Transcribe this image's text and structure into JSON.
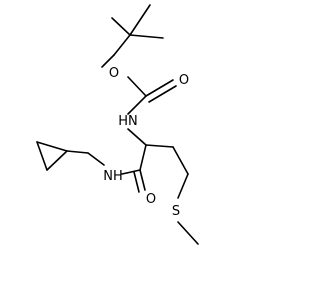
{
  "structure": {
    "atoms": [
      {
        "name": "atom-o-ester",
        "label": "O"
      },
      {
        "name": "atom-o-carbonyl-carbamate",
        "label": "O"
      },
      {
        "name": "atom-nh-carbamate",
        "label": "HN"
      },
      {
        "name": "atom-nh-amide",
        "label": "NH"
      },
      {
        "name": "atom-o-carbonyl-amide",
        "label": "O"
      },
      {
        "name": "atom-s-thioether",
        "label": "S"
      }
    ],
    "colors": {
      "bond": "#000000",
      "label": "#000000",
      "background": "#ffffff"
    }
  }
}
